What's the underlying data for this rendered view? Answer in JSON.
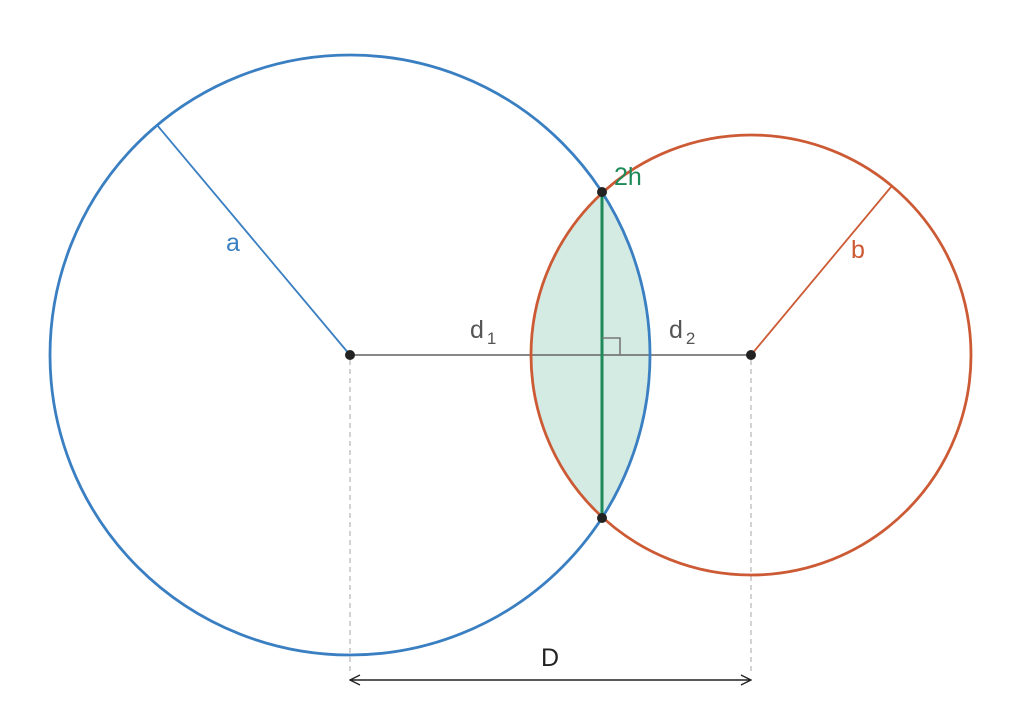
{
  "labels": {
    "radius_a": "a",
    "radius_b": "b",
    "chord": "2h",
    "dist_1": "d",
    "dist_1_sub": "1",
    "dist_2": "d",
    "dist_2_sub": "2",
    "center_distance": "D"
  },
  "colors": {
    "circle_a": "#3a7fc2",
    "circle_b": "#cc5a35",
    "chord": "#1e8a5a",
    "lens_fill": "#d3ebe2",
    "center_line": "#777777",
    "dashed": "#bbbbbb",
    "point": "#222222",
    "dimension": "#222222",
    "label_dark": "#555555"
  }
}
